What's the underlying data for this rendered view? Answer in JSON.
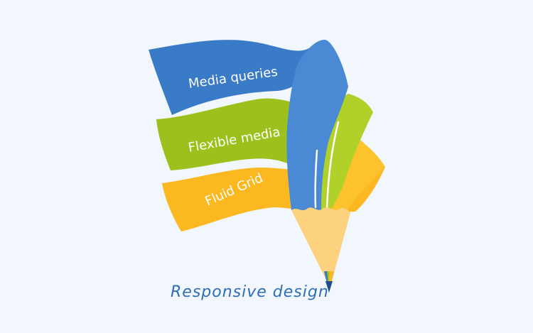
{
  "ribbons": [
    {
      "label": "Media queries",
      "color": "#3a7bc8"
    },
    {
      "label": "Flexible media",
      "color": "#9cc11d"
    },
    {
      "label": "Fluid Grid",
      "color": "#fbb820"
    }
  ],
  "caption": "Responsive design",
  "colors": {
    "background": "#f1f7fc",
    "pencil_blue": "#4a8ad4",
    "pencil_green": "#b0d02a",
    "pencil_yellow": "#fcc32d",
    "pencil_wood": "#fcd27e",
    "caption": "#2f6db5"
  }
}
